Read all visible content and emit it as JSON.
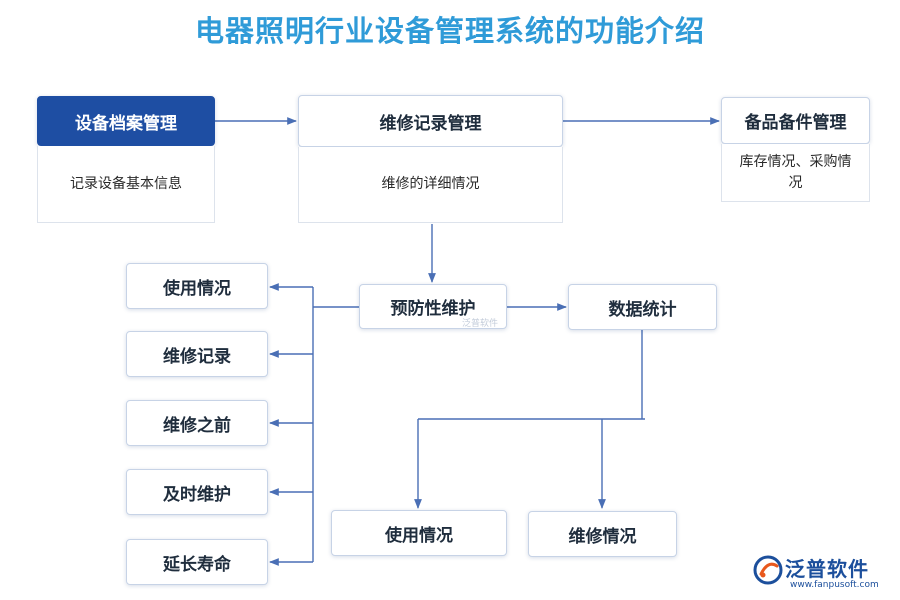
{
  "title": "电器照明行业设备管理系统的功能介绍",
  "top": {
    "asset": {
      "label": "设备档案管理",
      "desc": "记录设备基本信息"
    },
    "repair": {
      "label": "维修记录管理",
      "desc": "维修的详细情况"
    },
    "spare": {
      "label": "备品备件管理",
      "desc": "库存情况、采购情况"
    }
  },
  "middle": {
    "preventive": "预防性维护",
    "stats": "数据统计"
  },
  "left_items": [
    "使用情况",
    "维修记录",
    "维修之前",
    "及时维护",
    "延长寿命"
  ],
  "bottom_items": [
    "使用情况",
    "维修情况"
  ],
  "watermark": "泛普软件",
  "logo": {
    "name": "泛普软件",
    "url": "www.fanpusoft.com"
  },
  "colors": {
    "title": "#2f9bd8",
    "accent": "#1e4ea3",
    "arrow": "#4a6fb5"
  }
}
